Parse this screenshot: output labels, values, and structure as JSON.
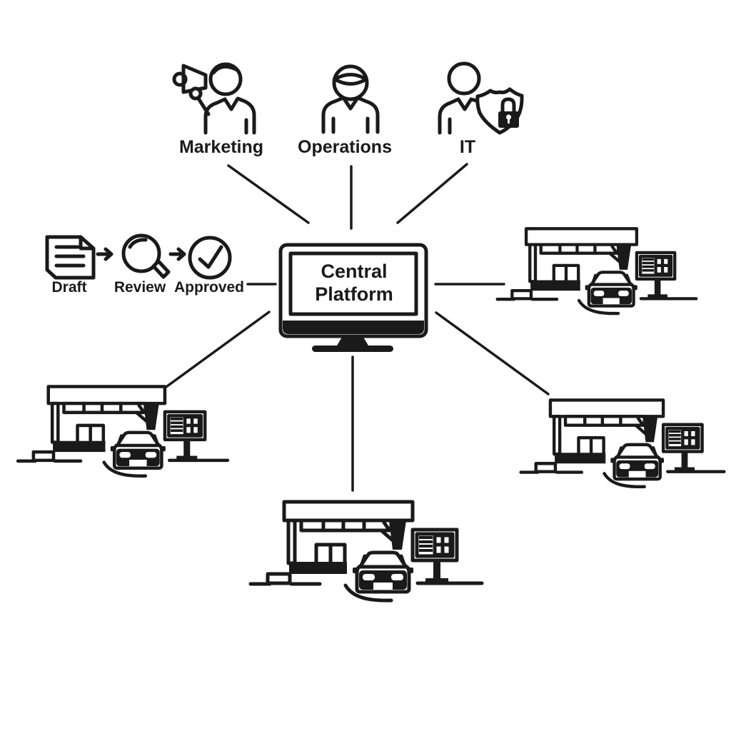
{
  "colors": {
    "ink": "#1a1a1a",
    "background": "#ffffff"
  },
  "departments": [
    {
      "label": "Marketing",
      "icon": "person-with-megaphone"
    },
    {
      "label": "Operations",
      "icon": "person-with-cap"
    },
    {
      "label": "IT",
      "icon": "person-with-shield-lock"
    }
  ],
  "workflow": [
    {
      "label": "Draft",
      "icon": "document"
    },
    {
      "label": "Review",
      "icon": "magnifier"
    },
    {
      "label": "Approved",
      "icon": "check-circle"
    }
  ],
  "center": {
    "label": "Central Platform",
    "icon": "desktop-monitor"
  },
  "branch_icon": "gas-station-with-car-and-price-sign",
  "branch_count": 4
}
